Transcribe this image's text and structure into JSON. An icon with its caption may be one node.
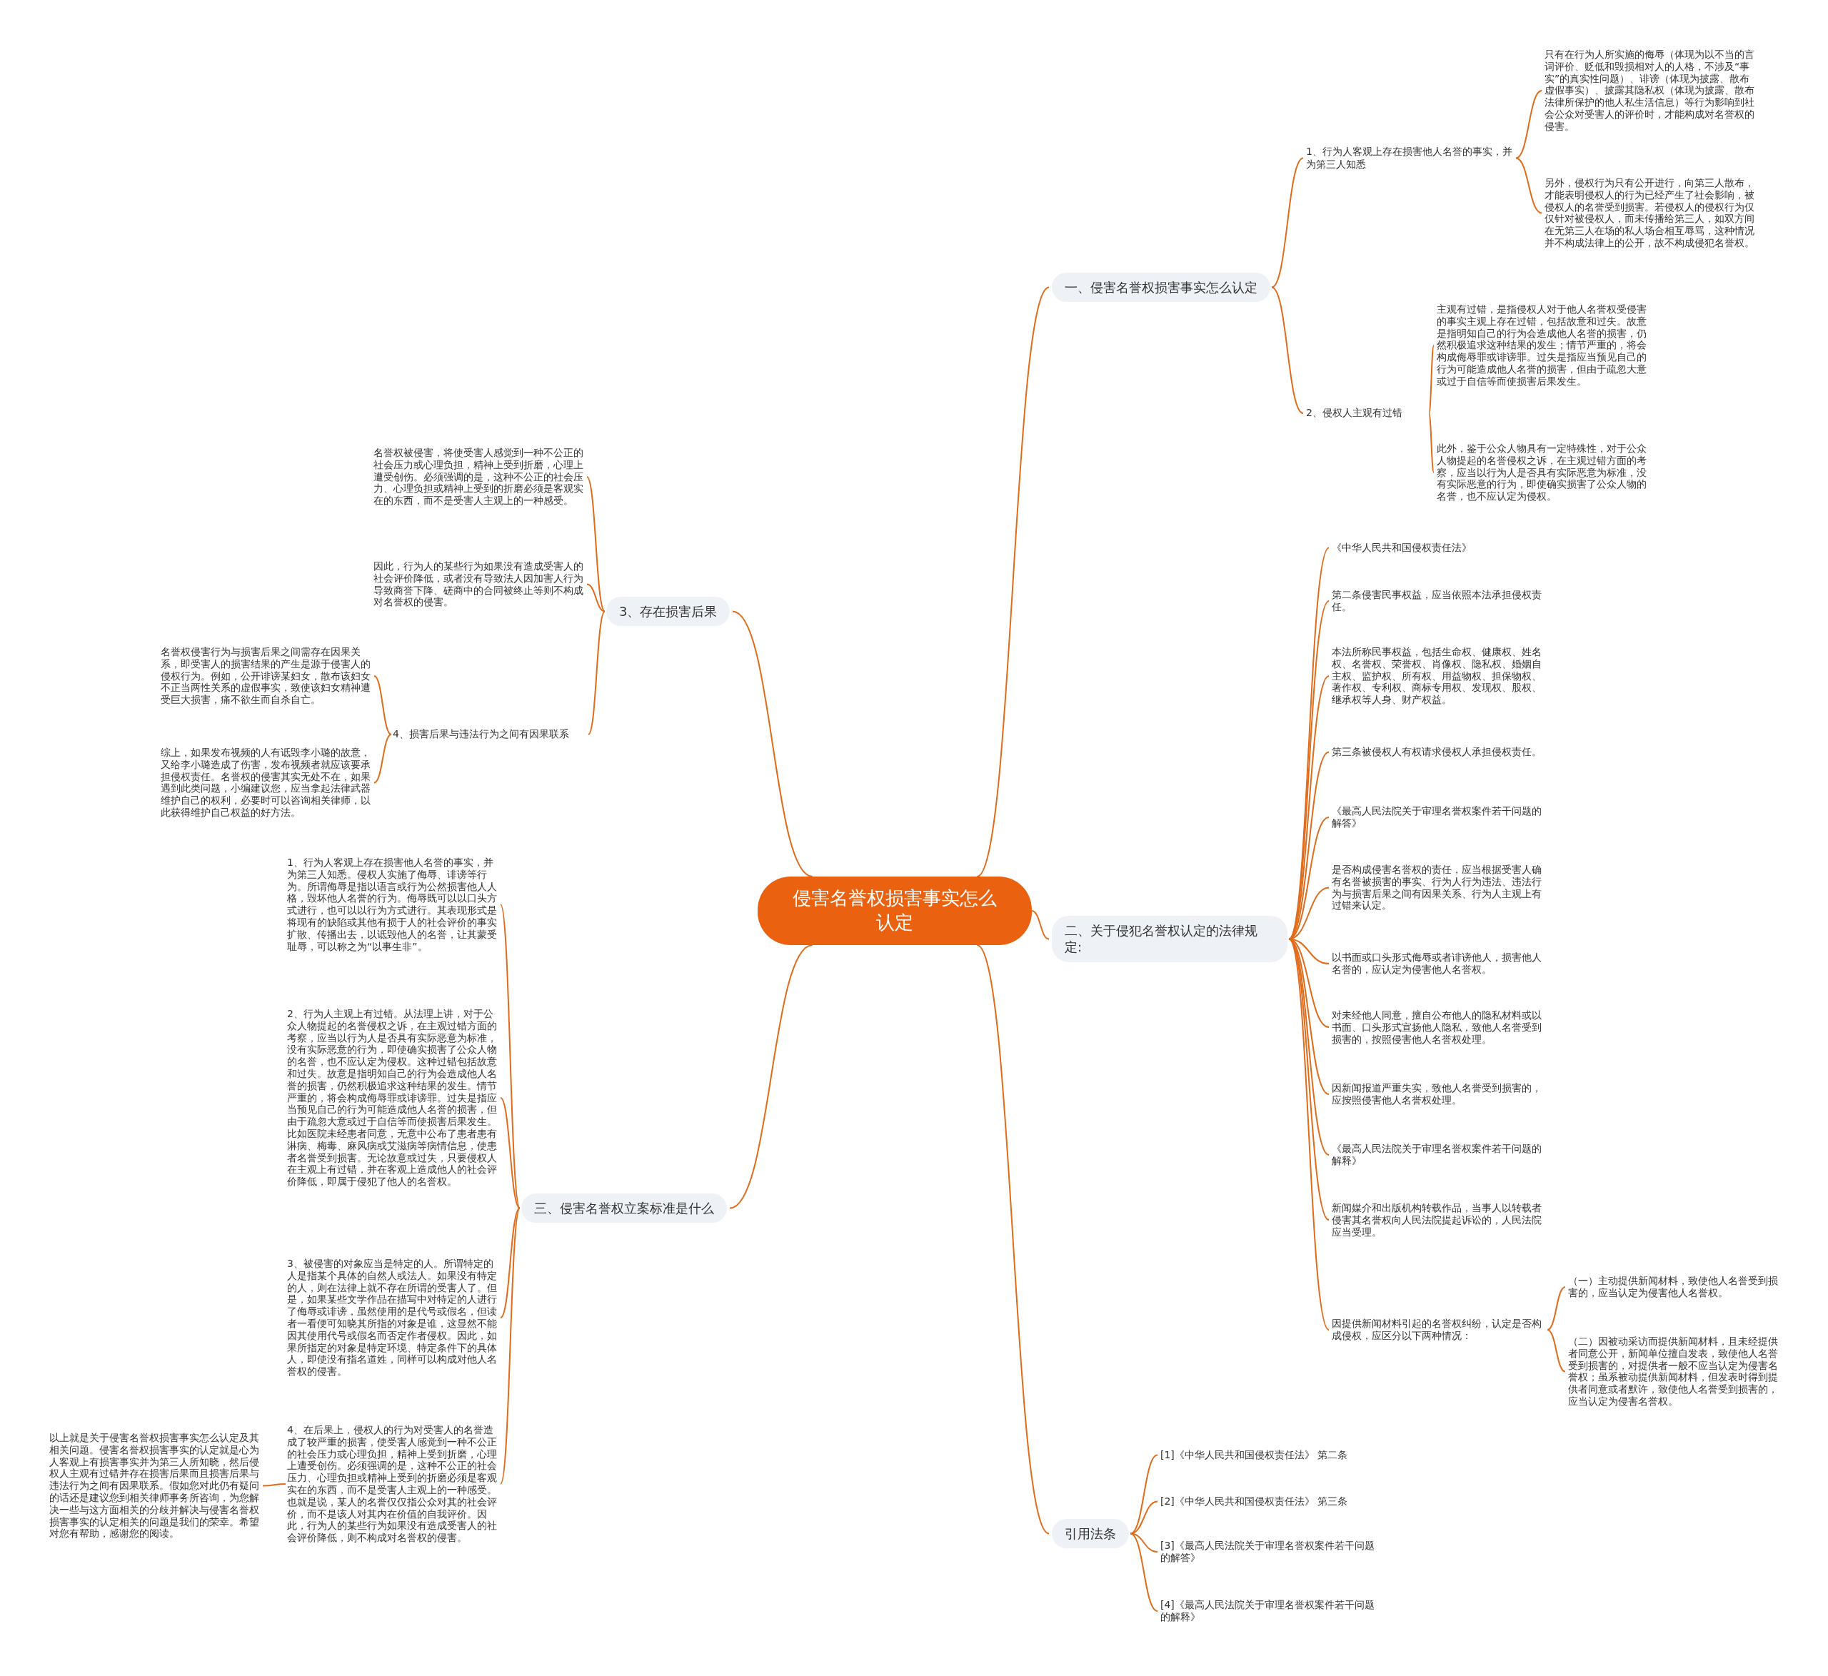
{
  "diagram": {
    "nodes": [
      {
        "text": [
          "侵害名誉权损害事实怎么认定"
        ]
      },
      {
        "text": [
          "一、侵害名誉权损害事实怎么认定"
        ]
      },
      {
        "text": [
          "1、行为人客观上存在损害他人名誉的事实，并为第三人知悉"
        ]
      },
      {
        "text": [
          "只有在行为人所实施的侮辱（体现为以不当的言词评价、贬低和毁损相对人的人格，不涉及“事实”的真实性问题）、诽谤（体现为披露、散布虚假事实）、披露其隐私权（体现为披露、散布法律所保护的他人私生活信息）等行为影响到社会公众对受害人的评价时，才能构成对名誉权的侵害。"
        ]
      },
      {
        "text": [
          "另外，侵权行为只有公开进行，向第三人散布，才能表明侵权人的行为已经产生了社会影响，被侵权人的名誉受到损害。若侵权人的侵权行为仅仅针对被侵权人，而未传播给第三人，如双方间在无第三人在场的私人场合相互辱骂，这种情况并不构成法律上的公开，故不构成侵犯名誉权。"
        ]
      },
      {
        "text": [
          "2、侵权人主观有过错"
        ]
      },
      {
        "text": [
          "主观有过错，是指侵权人对于他人名誉权受侵害的事实主观上存在过错，包括故意和过失。故意是指明知自己的行为会造成他人名誉的损害，仍然积极追求这种结果的发生；情节严重的，将会构成侮辱罪或诽谤罪。过失是指应当预见自己的行为可能造成他人名誉的损害，但由于疏忽大意或过于自信等而使损害后果发生。"
        ]
      },
      {
        "text": [
          "此外，鉴于公众人物具有一定特殊性，对于公众人物提起的名誉侵权之诉，在主观过错方面的考察，应当以行为人是否具有实际恶意为标准，没有实际恶意的行为，即使确实损害了公众人物的名誉，也不应认定为侵权。"
        ]
      },
      {
        "text": [
          "二、关于侵犯名誉权认定的法律规定:"
        ]
      },
      {
        "text": [
          "《中华人民共和国侵权责任法》"
        ]
      },
      {
        "text": [
          "第二条侵害民事权益，应当依照本法承担侵权责任。"
        ]
      },
      {
        "text": [
          "本法所称民事权益，包括生命权、健康权、姓名权、名誉权、荣誉权、肖像权、隐私权、婚姻自主权、监护权、所有权、用益物权、担保物权、著作权、专利权、商标专用权、发现权、股权、继承权等人身、财产权益。"
        ]
      },
      {
        "text": [
          "第三条被侵权人有权请求侵权人承担侵权责任。"
        ]
      },
      {
        "text": [
          "《最高人民法院关于审理名誉权案件若干问题的解答》"
        ]
      },
      {
        "text": [
          "是否构成侵害名誉权的责任，应当根据受害人确有名誉被损害的事实、行为人行为违法、违法行为与损害后果之间有因果关系、行为人主观上有过错来认定。"
        ]
      },
      {
        "text": [
          "以书面或口头形式侮辱或者诽谤他人，损害他人名誉的，应认定为侵害他人名誉权。"
        ]
      },
      {
        "text": [
          "对未经他人同意，擅自公布他人的隐私材料或以书面、口头形式宣扬他人隐私，致他人名誉受到损害的，按照侵害他人名誉权处理。"
        ]
      },
      {
        "text": [
          "因新闻报道严重失实，致他人名誉受到损害的，应按照侵害他人名誉权处理。"
        ]
      },
      {
        "text": [
          "《最高人民法院关于审理名誉权案件若干问题的解释》"
        ]
      },
      {
        "text": [
          "新闻媒介和出版机构转载作品，当事人以转载者侵害其名誉权向人民法院提起诉讼的，人民法院应当受理。"
        ]
      },
      {
        "text": [
          "因提供新闻材料引起的名誉权纠纷，认定是否构成侵权，应区分以下两种情况："
        ]
      },
      {
        "text": [
          "（一）主动提供新闻材料，致使他人名誉受到损害的，应当认定为侵害他人名誉权。"
        ]
      },
      {
        "text": [
          "（二）因被动采访而提供新闻材料，且未经提供者同意公开，新闻单位擅自发表，致使他人名誉受到损害的，对提供者一般不应当认定为侵害名誉权；虽系被动提供新闻材料，但发表时得到提供者同意或者默许，致使他人名誉受到损害的，应当认定为侵害名誉权。"
        ]
      },
      {
        "text": [
          "引用法条"
        ]
      },
      {
        "text": [
          "[1]《中华人民共和国侵权责任法》 第二条"
        ]
      },
      {
        "text": [
          "[2]《中华人民共和国侵权责任法》 第三条"
        ]
      },
      {
        "text": [
          "[3]《最高人民法院关于审理名誉权案件若干问题的解答》"
        ]
      },
      {
        "text": [
          "[4]《最高人民法院关于审理名誉权案件若干问题的解释》"
        ]
      },
      {
        "text": [
          "3、存在损害后果"
        ]
      },
      {
        "text": [
          "名誉权被侵害，将使受害人感觉到一种不公正的社会压力或心理负担，精神上受到折磨，心理上遭受创伤。必须强调的是，这种不公正的社会压力、心理负担或精神上受到的折磨必须是客观实在的东西，而不是受害人主观上的一种感受。"
        ]
      },
      {
        "text": [
          "因此，行为人的某些行为如果没有造成受害人的社会评价降低，或者没有导致法人因加害人行为导致商誉下降、磋商中的合同被终止等则不构成对名誉权的侵害。"
        ]
      },
      {
        "text": [
          "4、损害后果与违法行为之间有因果联系"
        ]
      },
      {
        "text": [
          "名誉权侵害行为与损害后果之间需存在因果关系，即受害人的损害结果的产生是源于侵害人的侵权行为。例如，公开诽谤某妇女，散布该妇女不正当两性关系的虚假事实，致使该妇女精神遭受巨大损害，痛不欲生而自杀自亡。"
        ]
      },
      {
        "text": [
          "综上，如果发布视频的人有诋毁李小璐的故意，又给李小璐造成了伤害，发布视频者就应该要承担侵权责任。名誉权的侵害其实无处不在，如果遇到此类问题，小编建议您，应当拿起法律武器维护自己的权利，必要时可以咨询相关律师，以此获得维护自己权益的好方法。"
        ]
      },
      {
        "text": [
          "三、侵害名誉权立案标准是什么"
        ]
      },
      {
        "text": [
          "1、行为人客观上存在损害他人名誉的事实，并为第三人知悉。侵权人实施了侮辱、诽谤等行为。所谓侮辱是指以语言或行为公然损害他人人格，毁坏他人名誉的行为。侮辱既可以以口头方式进行，也可以以行为方式进行。其表现形式是将现有的缺陷或其他有损于人的社会评价的事实扩散、传播出去，以诋毁他人的名誉，让其蒙受耻辱，可以称之为“以事生非”。"
        ]
      },
      {
        "text": [
          "2、行为人主观上有过错。从法理上讲，对于公众人物提起的名誉侵权之诉，在主观过错方面的考察，应当以行为人是否具有实际恶意为标准，没有实际恶意的行为，即使确实损害了公众人物的名誉，也不应认定为侵权。这种过错包括故意和过失。故意是指明知自己的行为会造成他人名誉的损害，仍然积极追求这种结果的发生。情节严重的，将会构成侮辱罪或诽谤罪。过失是指应当预见自己的行为可能造成他人名誉的损害，但由于疏忽大意或过于自信等而使损害后果发生。比如医院未经患者同意，无意中公布了患者患有淋病、梅毒、麻风病或艾滋病等病情信息，使患者名誉受到损害。无论故意或过失，只要侵权人在主观上有过错，并在客观上造成他人的社会评价降低，即属于侵犯了他人的名誉权。"
        ]
      },
      {
        "text": [
          "3、被侵害的对象应当是特定的人。所谓特定的人是指某个具体的自然人或法人。如果没有特定的人，则在法律上就不存在所谓的受害人了。但是，如果某些文学作品在描写中对特定的人进行了侮辱或诽谤，虽然使用的是代号或假名，但读者一看便可知晓其所指的对象是谁，这显然不能因其使用代号或假名而否定作者侵权。因此，如果所指定的对象是特定环境、特定条件下的具体人，即使没有指名道姓，同样可以构成对他人名誉权的侵害。"
        ]
      },
      {
        "text": [
          "4、在后果上，侵权人的行为对受害人的名誉造成了较严重的损害，使受害人感觉到一种不公正的社会压力或心理负担，精神上受到折磨，心理上遭受创伤。必须强调的是，这种不公正的社会压力、心理负担或精神上受到的折磨必须是客观实在的东西，而不是受害人主观上的一种感受。也就是说，某人的名誉仅仅指公众对其的社会评价，而不是该人对其内在价值的自我评价。因此，行为人的某些行为如果没有造成受害人的社会评价降低，则不构成对名誉权的侵害。"
        ]
      },
      {
        "text": [
          "以上就是关于侵害名誉权损害事实怎么认定及其相关问题。侵害名誉权损害事实的认定就是心为人客观上有损害事实并为第三人所知晓，然后侵权人主观有过错并存在损害后果而且损害后果与违法行为之间有因果联系。假如您对此仍有疑问的话还是建议您到相关律师事务所咨询，为您解决一些与这方面相关的分歧并解决与侵害名誉权损害事实的认定相关的问题是我们的荣幸。希望对您有帮助，感谢您的阅读。"
        ]
      }
    ],
    "edges": [
      {
        "from": 0,
        "to": 1,
        "arrow": "none"
      },
      {
        "from": 1,
        "to": 2,
        "arrow": "none"
      },
      {
        "from": 2,
        "to": 3,
        "arrow": "none"
      },
      {
        "from": 2,
        "to": 4,
        "arrow": "none"
      },
      {
        "from": 1,
        "to": 5,
        "arrow": "none"
      },
      {
        "from": 5,
        "to": 6,
        "arrow": "none"
      },
      {
        "from": 5,
        "to": 7,
        "arrow": "none"
      },
      {
        "from": 0,
        "to": 8,
        "arrow": "none"
      },
      {
        "from": 8,
        "to": 9,
        "arrow": "none"
      },
      {
        "from": 8,
        "to": 10,
        "arrow": "none"
      },
      {
        "from": 8,
        "to": 11,
        "arrow": "none"
      },
      {
        "from": 8,
        "to": 12,
        "arrow": "none"
      },
      {
        "from": 8,
        "to": 13,
        "arrow": "none"
      },
      {
        "from": 8,
        "to": 14,
        "arrow": "none"
      },
      {
        "from": 8,
        "to": 15,
        "arrow": "none"
      },
      {
        "from": 8,
        "to": 16,
        "arrow": "none"
      },
      {
        "from": 8,
        "to": 17,
        "arrow": "none"
      },
      {
        "from": 8,
        "to": 18,
        "arrow": "none"
      },
      {
        "from": 8,
        "to": 19,
        "arrow": "none"
      },
      {
        "from": 8,
        "to": 20,
        "arrow": "none"
      },
      {
        "from": 20,
        "to": 21,
        "arrow": "none"
      },
      {
        "from": 20,
        "to": 22,
        "arrow": "none"
      },
      {
        "from": 0,
        "to": 23,
        "arrow": "none"
      },
      {
        "from": 23,
        "to": 24,
        "arrow": "none"
      },
      {
        "from": 23,
        "to": 25,
        "arrow": "none"
      },
      {
        "from": 23,
        "to": 26,
        "arrow": "none"
      },
      {
        "from": 23,
        "to": 27,
        "arrow": "none"
      },
      {
        "from": 0,
        "to": 28,
        "arrow": "none"
      },
      {
        "from": 28,
        "to": 29,
        "arrow": "none"
      },
      {
        "from": 28,
        "to": 30,
        "arrow": "none"
      },
      {
        "from": 28,
        "to": 31,
        "arrow": "none"
      },
      {
        "from": 31,
        "to": 32,
        "arrow": "none"
      },
      {
        "from": 31,
        "to": 33,
        "arrow": "none"
      },
      {
        "from": 0,
        "to": 34,
        "arrow": "none"
      },
      {
        "from": 34,
        "to": 35,
        "arrow": "none"
      },
      {
        "from": 34,
        "to": 36,
        "arrow": "none"
      },
      {
        "from": 34,
        "to": 37,
        "arrow": "none"
      },
      {
        "from": 34,
        "to": 38,
        "arrow": "none"
      },
      {
        "from": 38,
        "to": 39,
        "arrow": "none"
      }
    ]
  }
}
